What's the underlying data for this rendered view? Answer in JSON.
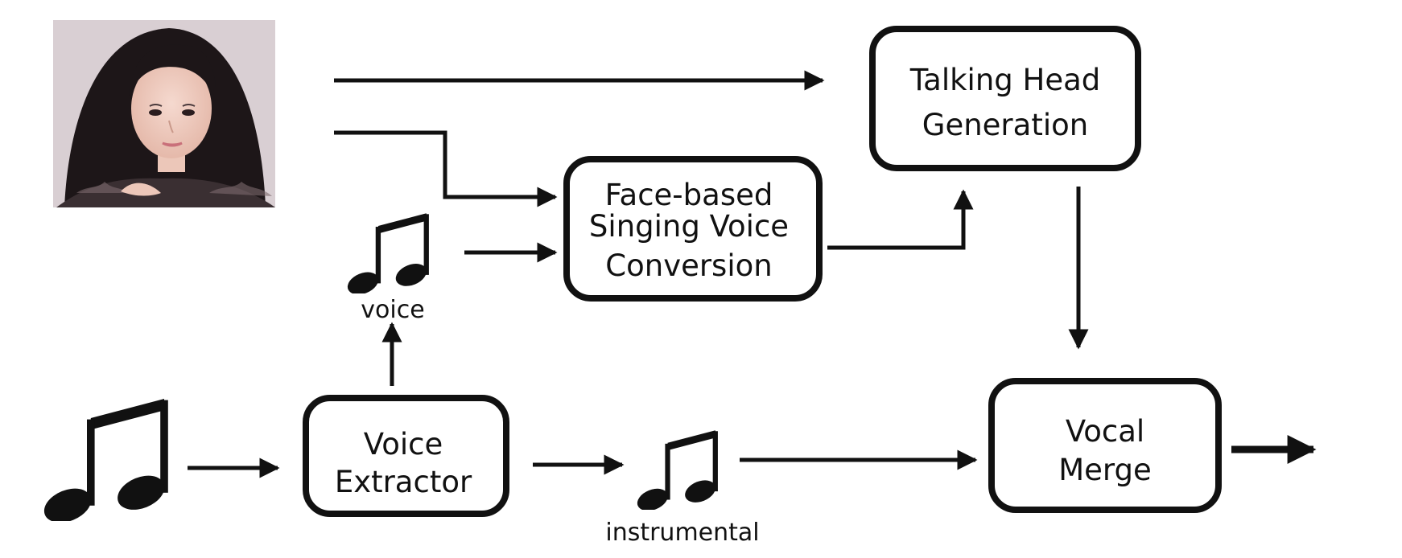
{
  "nodes": {
    "talking_head": {
      "lines": [
        "Talking Head",
        "Generation"
      ]
    },
    "face_svc": {
      "lines": [
        "Face-based",
        "Singing Voice",
        "Conversion"
      ]
    },
    "voice_extractor": {
      "lines": [
        "Voice",
        "Extractor"
      ]
    },
    "vocal_merge": {
      "lines": [
        "Vocal",
        "Merge"
      ]
    }
  },
  "labels": {
    "voice": "voice",
    "instrumental": "instrumental"
  },
  "icons": {
    "photo": "face-photo",
    "note": "beamed-eighth-notes"
  },
  "colors": {
    "stroke": "#111111",
    "background": "#ffffff"
  }
}
